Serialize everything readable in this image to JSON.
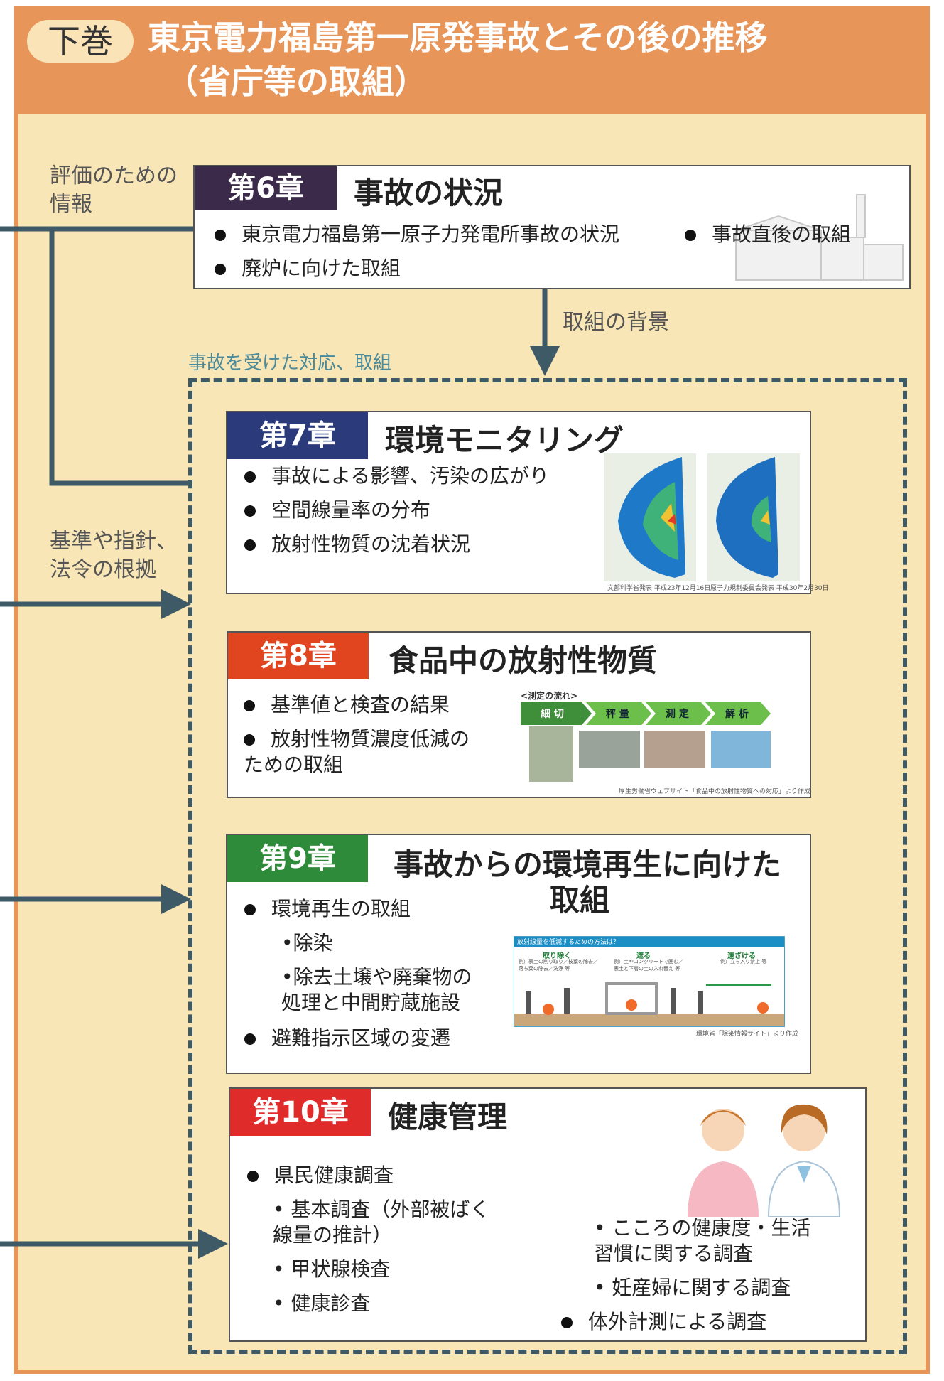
{
  "header": {
    "volume_badge": "下巻",
    "title_line1": "東京電力福島第一原発事故とその後の推移",
    "title_line2": "（省庁等の取組）"
  },
  "side_labels": {
    "evaluation_info": "評価のための\n情報",
    "standards_basis": "基準や指針、\n法令の根拠"
  },
  "connector_labels": {
    "background": "取組の背景",
    "response_group": "事故を受けた対応、取組"
  },
  "chapters": [
    {
      "tab": "第6章",
      "title": "事故の状況",
      "tab_color": "#3b2a4a",
      "bullets": [
        "東京電力福島第一原子力発電所事故の状況",
        "事故直後の取組",
        "廃炉に向けた取組"
      ]
    },
    {
      "tab": "第7章",
      "title": "環境モニタリング",
      "tab_color": "#2a3a7a",
      "bullets": [
        "事故による影響、汚染の広がり",
        "空間線量率の分布",
        "放射性物質の沈着状況"
      ],
      "map_captions": [
        "文部科学省発表 平成23年12月16日",
        "原子力規制委員会発表 平成30年2月30日"
      ]
    },
    {
      "tab": "第8章",
      "title": "食品中の放射性物質",
      "tab_color": "#e0451f",
      "bullets": [
        "基準値と検査の結果",
        "放射性物質濃度低減の\nための取組"
      ],
      "flow_title": "<測定の流れ>",
      "flow_steps": [
        "細 切",
        "秤 量",
        "測 定",
        "解 析"
      ],
      "source": "厚生労働省ウェブサイト「食品中の放射性物質への対応」より作成"
    },
    {
      "tab": "第9章",
      "title_line1": "事故からの環境再生に向けた",
      "title_line2": "取組",
      "tab_color": "#2e8b3a",
      "bullets": [
        "環境再生の取組",
        "避難指示区域の変遷"
      ],
      "sub_items": [
        "•除染",
        "•除去土壌や廃棄物の\n 処理と中間貯蔵施設"
      ],
      "figure_title": "放射線量を低減するための方法は？",
      "figure_methods": [
        "取り除く",
        "遮る",
        "遠ざける"
      ],
      "figure_notes": [
        "例）表土の削り取り／枝葉の除去／\n落ち葉の除去／洗浄 等",
        "例）土やコンクリートで囲む／\n表土と下層の土の入れ替え 等",
        "例）立ち入り禁止 等"
      ],
      "source": "環境省「除染情報サイト」より作成"
    },
    {
      "tab": "第10章",
      "title": "健康管理",
      "tab_color": "#e02b2b",
      "bullets": [
        "県民健康調査",
        "体外計測による調査"
      ],
      "sub_items_left": [
        "• 基本調査（外部被ばく\n   線量の推計）",
        "• 甲状腺検査",
        "• 健康診査"
      ],
      "sub_items_right": [
        "• こころの健康度・生活\n   習慣に関する調査",
        "• 妊産婦に関する調査"
      ]
    }
  ],
  "colors": {
    "arrow": "#3e5a66",
    "frame": "#e8955a",
    "background": "#f8e6b6"
  }
}
